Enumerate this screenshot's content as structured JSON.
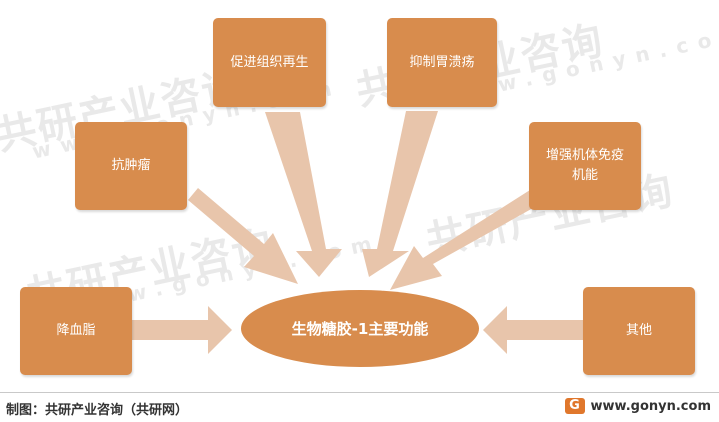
{
  "watermark": {
    "brand": "共研产业咨询",
    "url": "www.gonyn.com"
  },
  "center": {
    "label": "生物糖胶-1主要功能"
  },
  "functions": [
    {
      "id": "tissue",
      "label": "促进组织再生"
    },
    {
      "id": "ulcer",
      "label": "抑制胃溃疡"
    },
    {
      "id": "tumor",
      "label": "抗肿瘤"
    },
    {
      "id": "immunity",
      "label": "增强机体免疫机能"
    },
    {
      "id": "lipid",
      "label": "降血脂"
    },
    {
      "id": "other",
      "label": "其他"
    }
  ],
  "footer": {
    "source": "制图：共研产业咨询（共研网）",
    "website": "www.gonyn.com",
    "logo_glyph": "G"
  },
  "colors": {
    "box_fill": "#d88c4d",
    "arrow_fill": "#e8c5ab",
    "text": "#ffffff"
  }
}
